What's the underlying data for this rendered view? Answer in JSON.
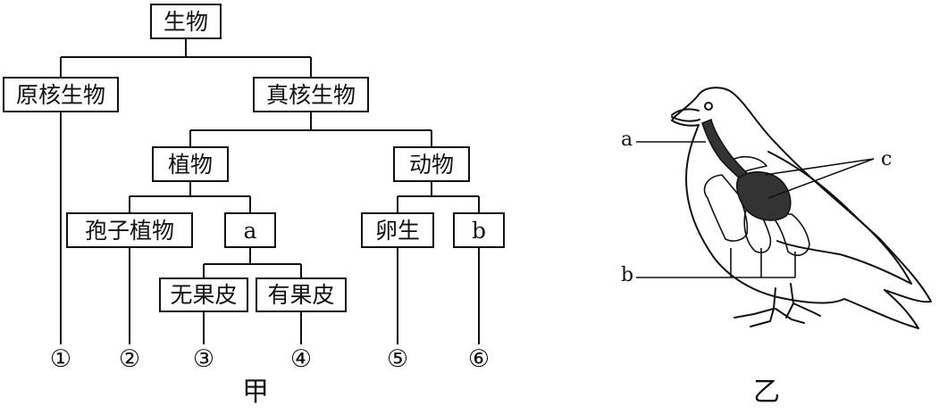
{
  "tree": {
    "root": "生物",
    "prokaryote": "原核生物",
    "eukaryote": "真核生物",
    "plant": "植物",
    "animal": "动物",
    "spore_plant": "孢子植物",
    "plant_a": "a",
    "no_pericarp": "无果皮",
    "with_pericarp": "有果皮",
    "oviparous": "卵生",
    "animal_b": "b",
    "leaves": [
      "①",
      "②",
      "③",
      "④",
      "⑤",
      "⑥"
    ],
    "caption": "甲"
  },
  "bird": {
    "label_a": "a",
    "label_b": "b",
    "label_c": "c",
    "caption": "乙"
  }
}
